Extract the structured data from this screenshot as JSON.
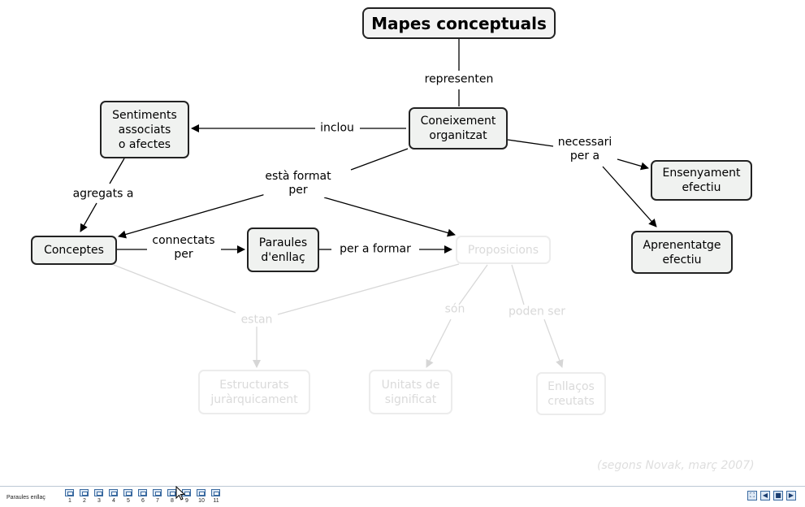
{
  "title": "Mapes conceptuals",
  "nodes": {
    "coneixement": "Coneixement\norganitzat",
    "sentiments": "Sentiments\nassociats\no afectes",
    "conceptes": "Conceptes",
    "paraules": "Paraules\nd'enllaç",
    "proposicions": "Proposicions",
    "ensenyament": "Ensenyament\nefectiu",
    "aprenentatge": "Aprenentatge\nefectiu",
    "estructurats": "Estructurats\njuràrquicament",
    "unitats": "Unitats de\nsignificat",
    "enllacos": "Enllaços\ncreutats"
  },
  "links": {
    "representen": "representen",
    "inclou": "inclou",
    "necessari": "necessari\nper a",
    "format": "està format\nper",
    "agregats": "agregats a",
    "connectats": "connectats\nper",
    "per_a_formar": "per a formar",
    "estan": "estan",
    "son": "són",
    "poden_ser": "poden ser"
  },
  "credit": "(segons Novak, març 2007)",
  "footer": {
    "slide_title": "Paraules enllaç",
    "slides": [
      "1",
      "2",
      "3",
      "4",
      "5",
      "6",
      "7",
      "8",
      "9",
      "10",
      "11"
    ],
    "controls": [
      {
        "name": "fit-view-icon",
        "glyph": "⛶"
      },
      {
        "name": "previous-icon",
        "glyph": "◀"
      },
      {
        "name": "stop-icon",
        "glyph": "■"
      },
      {
        "name": "next-icon",
        "glyph": "▶"
      }
    ]
  },
  "colors": {
    "active": "#000000",
    "faded": "#d8d8d8",
    "node_fill": "#f0f2f0"
  }
}
